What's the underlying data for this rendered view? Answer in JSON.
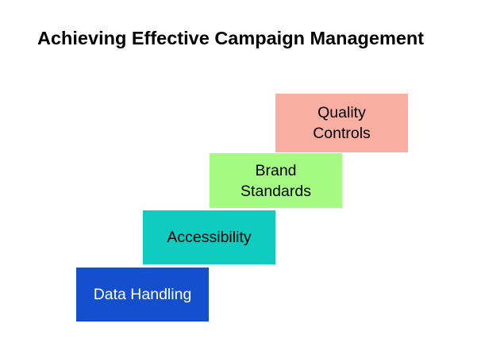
{
  "title": "Achieving Effective Campaign Management",
  "background_color": "#ffffff",
  "chart_data": {
    "type": "bar",
    "title": "Achieving Effective Campaign Management",
    "xlabel": "",
    "ylabel": "",
    "legend": "none",
    "grid": false,
    "categories": [
      "Data Handling",
      "Accessibility",
      "Brand Standards",
      "Quality Controls"
    ],
    "values": [
      1,
      2,
      3,
      4
    ],
    "annotations": [
      "Ascending staircase of four offset blocks, each step shifted right and upward"
    ]
  },
  "steps": [
    {
      "label": "Data Handling",
      "color": "#1450ce",
      "text_color": "#ffffff",
      "level": 1
    },
    {
      "label": "Accessibility",
      "color": "#10cbc0",
      "text_color": "#000000",
      "level": 2
    },
    {
      "label": "Brand\nStandards",
      "color": "#a5fa82",
      "text_color": "#000000",
      "level": 3
    },
    {
      "label": "Quality\nControls",
      "color": "#f9aea2",
      "text_color": "#000000",
      "level": 4
    }
  ]
}
